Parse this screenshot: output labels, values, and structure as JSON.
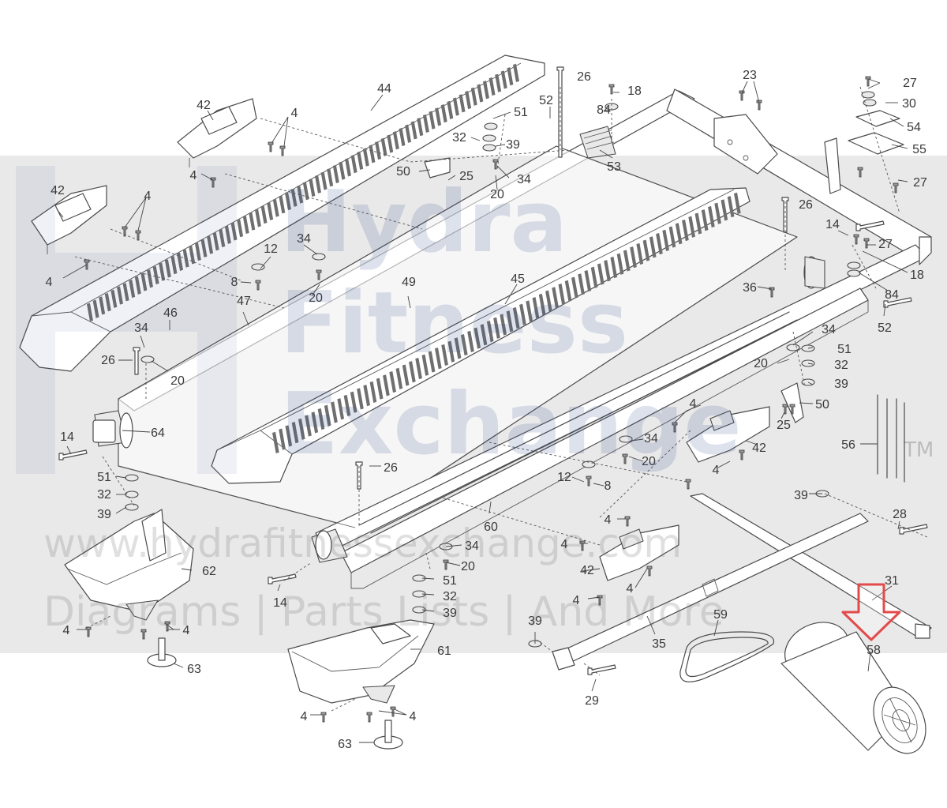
{
  "diagram": {
    "callouts": [
      {
        "id": "c26a",
        "text": "26"
      },
      {
        "id": "c18a",
        "text": "18"
      },
      {
        "id": "c23",
        "text": "23"
      },
      {
        "id": "c27a",
        "text": "27"
      },
      {
        "id": "c30",
        "text": "30"
      },
      {
        "id": "c54",
        "text": "54"
      },
      {
        "id": "c55",
        "text": "55"
      },
      {
        "id": "c27b",
        "text": "27"
      },
      {
        "id": "c44",
        "text": "44"
      },
      {
        "id": "c42a",
        "text": "42"
      },
      {
        "id": "c4a",
        "text": "4"
      },
      {
        "id": "c4b",
        "text": "4"
      },
      {
        "id": "c52a",
        "text": "52"
      },
      {
        "id": "c84a",
        "text": "84"
      },
      {
        "id": "c51a",
        "text": "51"
      },
      {
        "id": "c32a",
        "text": "32"
      },
      {
        "id": "c39a",
        "text": "39"
      },
      {
        "id": "c50a",
        "text": "50"
      },
      {
        "id": "c25a",
        "text": "25"
      },
      {
        "id": "c34a",
        "text": "34"
      },
      {
        "id": "c20a",
        "text": "20"
      },
      {
        "id": "c53",
        "text": "53"
      },
      {
        "id": "c42b",
        "text": "42"
      },
      {
        "id": "c4c",
        "text": "4"
      },
      {
        "id": "c4d",
        "text": "4"
      },
      {
        "id": "c26b",
        "text": "26"
      },
      {
        "id": "c14a",
        "text": "14"
      },
      {
        "id": "c27c",
        "text": "27"
      },
      {
        "id": "c18b",
        "text": "18"
      },
      {
        "id": "c12a",
        "text": "12"
      },
      {
        "id": "c34b",
        "text": "34"
      },
      {
        "id": "c8a",
        "text": "8"
      },
      {
        "id": "c20b",
        "text": "20"
      },
      {
        "id": "c47",
        "text": "47"
      },
      {
        "id": "c49",
        "text": "49"
      },
      {
        "id": "c45",
        "text": "45"
      },
      {
        "id": "c36",
        "text": "36"
      },
      {
        "id": "c84b",
        "text": "84"
      },
      {
        "id": "c52b",
        "text": "52"
      },
      {
        "id": "c46",
        "text": "46"
      },
      {
        "id": "c34c",
        "text": "34"
      },
      {
        "id": "c26c",
        "text": "26"
      },
      {
        "id": "c20c",
        "text": "20"
      },
      {
        "id": "c34d",
        "text": "34"
      },
      {
        "id": "c51b",
        "text": "51"
      },
      {
        "id": "c20d",
        "text": "20"
      },
      {
        "id": "c32b",
        "text": "32"
      },
      {
        "id": "c39b",
        "text": "39"
      },
      {
        "id": "c4e",
        "text": "4"
      },
      {
        "id": "c50b",
        "text": "50"
      },
      {
        "id": "c25b",
        "text": "25"
      },
      {
        "id": "c14b",
        "text": "14"
      },
      {
        "id": "c64",
        "text": "64"
      },
      {
        "id": "c34e",
        "text": "34"
      },
      {
        "id": "c20e",
        "text": "20"
      },
      {
        "id": "c42c",
        "text": "42"
      },
      {
        "id": "c4f",
        "text": "4"
      },
      {
        "id": "c56",
        "text": "56"
      },
      {
        "id": "c51c",
        "text": "51"
      },
      {
        "id": "c32c",
        "text": "32"
      },
      {
        "id": "c39c",
        "text": "39"
      },
      {
        "id": "c26d",
        "text": "26"
      },
      {
        "id": "c12b",
        "text": "12"
      },
      {
        "id": "c8b",
        "text": "8"
      },
      {
        "id": "c39d",
        "text": "39"
      },
      {
        "id": "c28",
        "text": "28"
      },
      {
        "id": "c62",
        "text": "62"
      },
      {
        "id": "c60",
        "text": "60"
      },
      {
        "id": "c4g",
        "text": "4"
      },
      {
        "id": "c34f",
        "text": "34"
      },
      {
        "id": "c4h",
        "text": "4"
      },
      {
        "id": "c20f",
        "text": "20"
      },
      {
        "id": "c42d",
        "text": "42"
      },
      {
        "id": "c14c",
        "text": "14"
      },
      {
        "id": "c51d",
        "text": "51"
      },
      {
        "id": "c32d",
        "text": "32"
      },
      {
        "id": "c39e",
        "text": "39"
      },
      {
        "id": "c4i",
        "text": "4"
      },
      {
        "id": "c4j",
        "text": "4"
      },
      {
        "id": "c31",
        "text": "31"
      },
      {
        "id": "c4k",
        "text": "4"
      },
      {
        "id": "c4l",
        "text": "4"
      },
      {
        "id": "c39f",
        "text": "39"
      },
      {
        "id": "c59",
        "text": "59"
      },
      {
        "id": "c35",
        "text": "35"
      },
      {
        "id": "c58",
        "text": "58"
      },
      {
        "id": "c63a",
        "text": "63"
      },
      {
        "id": "c61",
        "text": "61"
      },
      {
        "id": "c29",
        "text": "29"
      },
      {
        "id": "c4m",
        "text": "4"
      },
      {
        "id": "c4n",
        "text": "4"
      },
      {
        "id": "c63b",
        "text": "63"
      }
    ]
  },
  "watermark": {
    "word1": "Hydra",
    "word2": "Fitness",
    "word3": "Exchange",
    "tm": "TM",
    "url": "www.hydrafitnessexchange.com",
    "tagline": "Diagrams | Parts Lists | And More"
  },
  "colors": {
    "highlight_arrow": "#e34b4b",
    "line": "#4a4a4a",
    "watermark_band": "#cfcfcf"
  }
}
